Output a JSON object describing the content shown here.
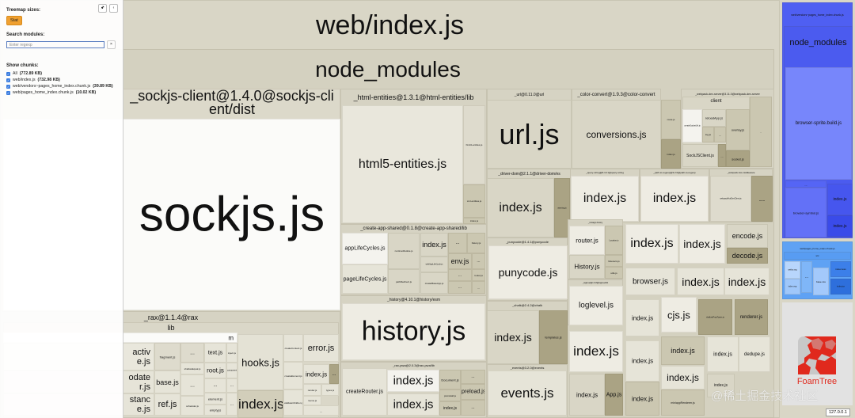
{
  "sidebar": {
    "treemap_sizes_label": "Treemap sizes:",
    "stat_button": "Stat",
    "search_label": "Search modules:",
    "search_placeholder": "Enter regexp",
    "clear_button": "×",
    "pin_button": "🖈",
    "collapse_button": "‹",
    "show_chunks_label": "Show chunks:",
    "chunks": [
      {
        "name": "All",
        "size": "(772.89 KB)",
        "checked": true
      },
      {
        "name": "web/index.js",
        "size": "(732.98 KB)",
        "checked": true
      },
      {
        "name": "web/vendors~pages_home_index.chunk.js",
        "size": "(39.89 KB)",
        "checked": true
      },
      {
        "name": "web/pages_home_index.chunk.js",
        "size": "(10.02 KB)",
        "checked": true
      }
    ]
  },
  "treemap": {
    "nodes": [
      "web/index.js",
      "node_modules",
      "_sockjs-client@1.4.0@sockjs-client/dist",
      "sockjs.js",
      "_rax@1.1.4@rax",
      "lib",
      "m",
      "active.js",
      "odater.js",
      "stance.js",
      "fragment.js",
      "base.js",
      "ref.js",
      "...",
      "shallowEqual.js",
      "...",
      "scheduler.js",
      "text.js",
      "inject.js",
      "root.js",
      "component.js",
      "...",
      "...",
      "element.js",
      "empty.js",
      "...",
      "hooks.js",
      "index.js",
      "createContext.js",
      "error.js",
      "createElement.js",
      "index.js",
      "...",
      "validateChildren.js",
      "render.js",
      "types.js",
      "memo.js",
      "...",
      "_html-entities@1.3.1@html-entities/lib",
      "html5-entities.js",
      "html4-entities.js",
      "xml-entities.js",
      "index.js",
      "_create-app-shared@0.1.8@create-app-shared/lib",
      "appLifeCycles.js",
      "pageLifeCycles.js",
      "runtimeModule.js",
      "pathRedirect.js",
      "index.js",
      "...",
      "history.js",
      "withAppLifeCycle.js",
      "env.js",
      "...",
      "createBaseApp.js",
      "...",
      "router.js",
      "...",
      "...",
      "_history@4.10.1@history/esm",
      "history.js",
      "_rax-pwa@2.0.3@rax-pwa/lib",
      "createRouter.js",
      "index.js",
      "index.js",
      "Document.js",
      "...",
      "preinstall.js",
      "preload.js",
      "index.js",
      "...",
      "_url@0.11.0@url",
      "url.js",
      "_color-convert@1.9.3@color-convert",
      "conversions.js",
      "route.js",
      "index.js",
      "_webpack-dev-server@3.11.0@webpack-dev-server",
      "client",
      "createSocketUrl.js",
      "reloadApp.js",
      "log.js",
      "...",
      "overlay.js",
      "SockJSClient.js",
      "...",
      "socket.js",
      "...",
      "_driver-dom@2.1.1@driver-dom/es",
      "index.js",
      "warning.js",
      "_query-string@6.13.1@query-string",
      "index.js",
      "_path-to-regexp@3.2.0@path-to-regexp",
      "index.js",
      "_webpack-hot-middleware",
      "webpackHotDevClient.js",
      "...",
      "_punycode@1.4.1@punycode",
      "punycode.js",
      "_chalk@2.4.2@chalk",
      "index.js",
      "templates.js",
      "_events@3.2.0@events",
      "events.js",
      "_miniapp-history",
      "router.js",
      "Location.js",
      "History.js",
      "listeners.js",
      "utils.js",
      "index.js",
      "index.js",
      "encode.js",
      "decode.js",
      "browser.js",
      "index.js",
      "index.js",
      "_loglevel@1.6.8@loglevel/lib",
      "loglevel.js",
      "index.js",
      "cjs.js",
      "shallowPropTypes.js",
      "renderer.js",
      "index.js",
      "index.js",
      "index.js",
      "index.js",
      "dedupe.js",
      "index.js",
      "App.js",
      "index.js",
      "index.js",
      "miniappRenderer.js",
      "index.js",
      "web/vendors~pages_home_index.chunk.js",
      "node_modules",
      "browser-sprite.build.js",
      "...",
      "browser-symbol.js",
      "index.js",
      "index.js",
      "web/pages_home_index.chunk.js",
      "src",
      "weibo.svg",
      "...",
      "base.css",
      "index.less",
      "index.svg",
      "index.jsx"
    ]
  },
  "logo": {
    "text": "FoamTree"
  },
  "status": {
    "host": "127.0.0.1"
  },
  "watermark": "@稀土掘金技术社区",
  "colors": {
    "module_bg": "#d9d6c6",
    "vendors_chunk": "#4f5ff2",
    "pages_chunk": "#5fa2f4",
    "stat_button": "#f0a030",
    "foamtree_red": "#e0291d"
  }
}
